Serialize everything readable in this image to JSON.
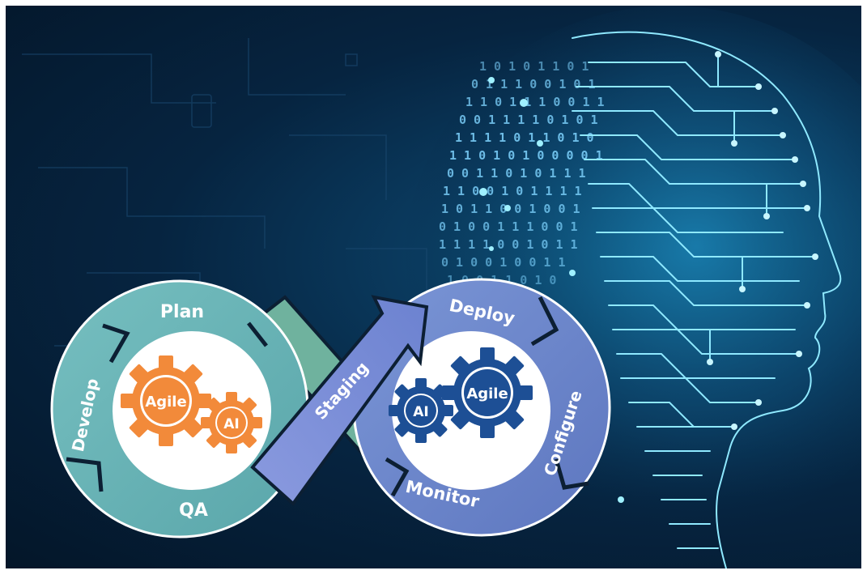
{
  "devops_loop": {
    "stages": {
      "plan": "Plan",
      "develop": "Develop",
      "qa": "QA",
      "staging": "Staging",
      "deploy": "Deploy",
      "configure": "Configure",
      "monitor": "Monitor"
    },
    "left_gears": {
      "large": "Agile",
      "small": "AI"
    },
    "right_gears": {
      "large": "Agile",
      "small": "AI"
    }
  },
  "colors": {
    "background": "#062440",
    "circuit_glow": "#6fe3ff",
    "left_loop": "#6db5b7",
    "right_loop": "#6b86cc",
    "orange_gear": "#f28a3a",
    "blue_gear": "#1d4f95"
  },
  "icons": {
    "head": "ai-circuit-head-icon",
    "gear": "gear-icon",
    "infinity": "infinity-loop-icon"
  }
}
